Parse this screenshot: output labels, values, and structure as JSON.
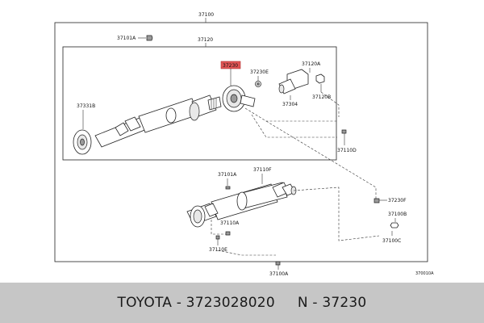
{
  "diagram": {
    "labels": {
      "p37100": "37100",
      "p37101a_top": "37101A",
      "p37120": "37120",
      "p37230": "37230",
      "p37230e": "37230E",
      "p37120a": "37120A",
      "p37331b": "37331B",
      "p37304": "37304",
      "p37120b": "37120B",
      "p37110d": "37110D",
      "p37101a_low": "37101A",
      "p37110f": "37110F",
      "p37230f": "37230F",
      "p37100b": "37100B",
      "p37110a": "37110A",
      "p37110e": "37110E",
      "p37100c": "37100C",
      "p37100a": "37100A",
      "ref": "370010A"
    },
    "highlight_color": "#e05555"
  },
  "footer": {
    "brand": "TOYOTA",
    "part_number": "3723028020",
    "ref_prefix": "N",
    "ref_number": "37230"
  }
}
